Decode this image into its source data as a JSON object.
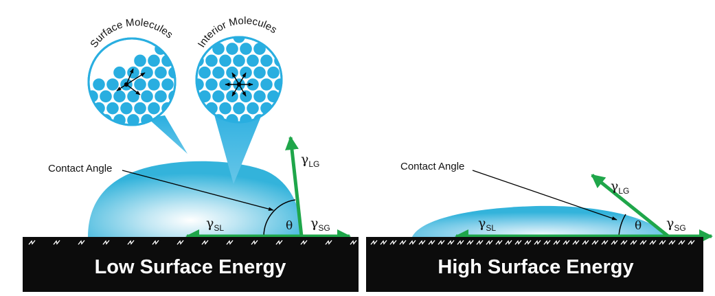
{
  "colors": {
    "droplet": "#38b6dc",
    "droplet_highlight": "#ffffff",
    "molecule": "#29aee0",
    "molecule_outline": "#ffffff",
    "force_arrow": "#1fa64a",
    "surface": "#0c0c0c",
    "surface_text": "#ffffff",
    "line": "#000000"
  },
  "callouts": {
    "surface_molecules": "Surface Molecules",
    "interior_molecules": "Interior Molecules"
  },
  "left_panel": {
    "contact_angle_label": "Contact Angle",
    "theta": "θ",
    "gamma_lg": {
      "symbol": "γ",
      "sub": "LG"
    },
    "gamma_sl": {
      "symbol": "γ",
      "sub": "SL"
    },
    "gamma_sg": {
      "symbol": "γ",
      "sub": "SG"
    },
    "base_title": "Low Surface Energy"
  },
  "right_panel": {
    "contact_angle_label": "Contact Angle",
    "theta": "θ",
    "gamma_lg": {
      "symbol": "γ",
      "sub": "LG"
    },
    "gamma_sl": {
      "symbol": "γ",
      "sub": "SL"
    },
    "gamma_sg": {
      "symbol": "γ",
      "sub": "SG"
    },
    "base_title": "High Surface Energy"
  }
}
